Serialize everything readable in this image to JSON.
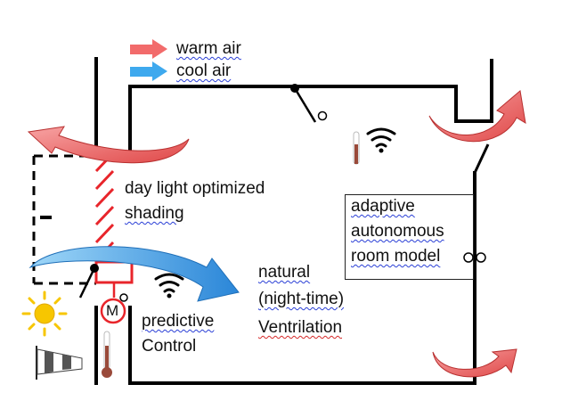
{
  "legend": {
    "warm_label": "warm air",
    "cool_label": "cool air",
    "warm_color": "#f26b6b",
    "cool_color": "#3ea9ee"
  },
  "labels": {
    "shading_line1": "day light optimized",
    "shading_line2": "shading",
    "natural_line1": "natural",
    "natural_line2": "(night-time)",
    "natural_line3": "Ventrilation",
    "predictive_line1": "predictive",
    "predictive_line2": "Control",
    "motor": "M",
    "model_line1": "adaptive",
    "model_line2": "autonomous",
    "model_line3": "room model"
  },
  "icons": {
    "sun": "sun-icon",
    "windsock": "windsock-icon",
    "wifi": "wifi-icon",
    "thermometer": "thermometer-icon",
    "motor": "motor-icon"
  },
  "colors": {
    "shading": "#e8252b",
    "sun": "#f7c600",
    "thermometer": "#9a4a3a",
    "wall": "#000000"
  }
}
